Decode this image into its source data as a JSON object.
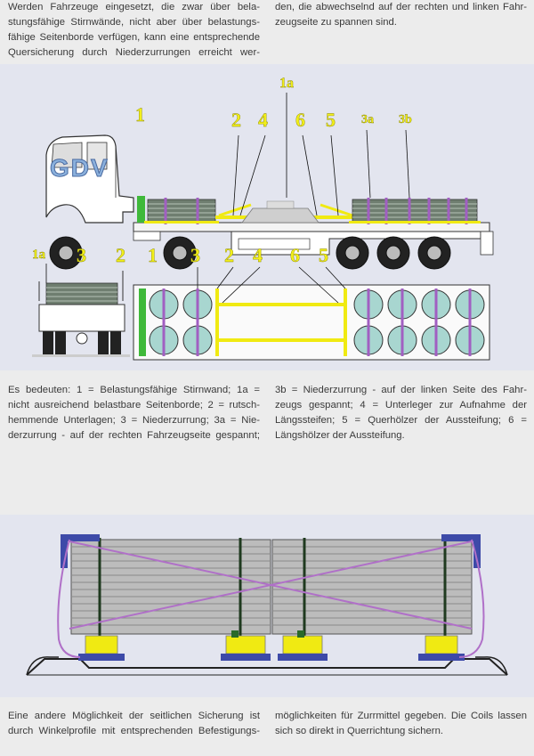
{
  "intro": {
    "left_lines": [
      "Werden Fahrzeuge eingesetzt, die zwar über bela-",
      "stungsfähige Stirnwände, nicht aber über belastungs-",
      "fähige Seitenborde verfügen, kann eine entsprechende",
      "Quersicherung durch Niederzurrungen erreicht wer-"
    ],
    "right_lines": [
      "den, die abwechselnd auf der rechten und linken Fahr-",
      "zeugseite zu spannen sind."
    ]
  },
  "diagram1": {
    "side_labels": [
      "1a",
      "1",
      "2",
      "4",
      "6",
      "5",
      "3a",
      "3b"
    ],
    "top_labels": [
      "1a",
      "3",
      "2",
      "1",
      "3",
      "2",
      "4",
      "6",
      "5"
    ],
    "logo_text": "GDV"
  },
  "legend": {
    "left_lines": [
      "Es bedeuten: 1 = Belastungsfähige Stirnwand; 1a =",
      "nicht ausreichend belastbare Seitenborde; 2 = rutsch-",
      "hemmende Unterlagen; 3 = Niederzurrung; 3a = Nie-",
      "derzurrung - auf der rechten Fahrzeugseite gespannt;"
    ],
    "right_lines": [
      "3b = Niederzurrung - auf der linken Seite des Fahr-",
      "zeugs gespannt; 4 = Unterleger zur Aufnahme der",
      "Längssteifen; 5 = Querhölzer der Aussteifung; 6 =",
      "Längshölzer der Aussteifung."
    ]
  },
  "outro": {
    "left_lines": [
      "Eine andere Möglichkeit der seitlichen Sicherung ist",
      "durch Winkelprofile mit entsprechenden Befestigungs-"
    ],
    "right_lines": [
      "möglichkeiten für Zurrmittel gegeben. Die Coils lassen",
      "sich so direkt in Querrichtung sichern."
    ]
  },
  "colors": {
    "label_yellow": "#f2ef1a",
    "stirnwand_green": "#3fb93a",
    "timber_yellow": "#f0ea12",
    "lashing_purple": "#a15fc2",
    "panel_bg": "#e3e5ef",
    "angle_profile_blue": "#3d4aa8"
  }
}
